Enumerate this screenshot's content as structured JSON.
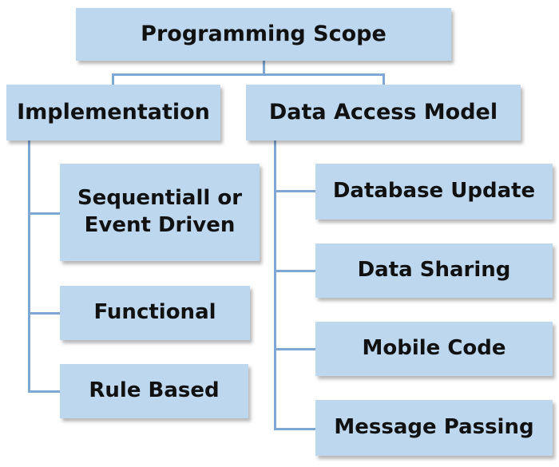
{
  "colors": {
    "box_fill": "#bdd7ee",
    "connector": "#7fa7d3",
    "text": "#111111"
  },
  "root": {
    "label": "Programming Scope"
  },
  "branches": [
    {
      "label": "Implementation",
      "children": [
        {
          "label": "Sequentiall or Event Driven"
        },
        {
          "label": "Functional"
        },
        {
          "label": "Rule Based"
        }
      ]
    },
    {
      "label": "Data Access Model",
      "children": [
        {
          "label": "Database Update"
        },
        {
          "label": "Data Sharing"
        },
        {
          "label": "Mobile Code"
        },
        {
          "label": "Message Passing"
        }
      ]
    }
  ]
}
